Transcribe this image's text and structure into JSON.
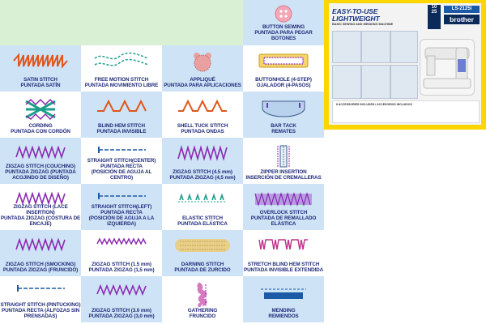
{
  "button_sewing": {
    "en": "BUTTON SEWING",
    "es": "PUNTADA PARA PEGAR BOTONES"
  },
  "stitches": [
    {
      "id": "satin",
      "en": "SATIN STITCH",
      "es": "PUNTADA SATÍN"
    },
    {
      "id": "free-motion",
      "en": "FREE MOTION STITCH",
      "es": "PUNTADA MOVIMIENTO LIBRE"
    },
    {
      "id": "applique",
      "en": "APPLIQUÉ",
      "es": "PUNTADA PARA APLICACIONES"
    },
    {
      "id": "buttonhole",
      "en": "BUTTONHOLE (4-STEP)",
      "es": "OJALADOR (4-PASOS)"
    },
    {
      "id": "cording",
      "en": "CORDING",
      "es": "PUNTADA CON CORDÓN"
    },
    {
      "id": "blind-hem",
      "en": "BLIND HEM STITCH",
      "es": "PUNTADA INVISIBLE"
    },
    {
      "id": "shell-tuck",
      "en": "SHELL TUCK STITCH",
      "es": "PUNTADA ONDAS"
    },
    {
      "id": "bar-tack",
      "en": "BAR TACK",
      "es": "REMATES"
    },
    {
      "id": "zigzag-couching",
      "en": "ZIGZAG STITCH (COUCHING)",
      "es": "PUNTADA ZIGZAG (PUNTADA ACOJINDO DE DISEÑO)"
    },
    {
      "id": "straight-center",
      "en": "STRAIGHT STITCH(CENTER)",
      "es": "PUNTADA RECTA",
      "es2": "(POSICIÓN DE AGUJA AL CENTRO)"
    },
    {
      "id": "zigzag-45",
      "en": "ZIGZAG STITCH (4.5 mm)",
      "es": "PUNTADA ZIGZAG (4,5 mm)"
    },
    {
      "id": "zipper",
      "en": "ZIPPER INSERTION",
      "es": "INSERCIÓN DE CREMALLERAS"
    },
    {
      "id": "zigzag-lace",
      "en": "ZIGZAG STITCH (LACE INSERTION)",
      "es": "PUNTADA ZIGZAG (COSTURA DE ENCAJE)"
    },
    {
      "id": "straight-left",
      "en": "STRAIGHT STITCH(LEFT)",
      "es": "PUNTADA RECTA",
      "es2": "(POSICIÓN DE AGUJA A LA IZQUIERDA)"
    },
    {
      "id": "elastic",
      "en": "ELASTIC STITCH",
      "es": "PUNTADA ELÁSTICA"
    },
    {
      "id": "overlock",
      "en": "OVERLOCK STITCH",
      "es": "PUNTADA DE REMALLADO ELÁSTICA"
    },
    {
      "id": "zigzag-smocking",
      "en": "ZIGZAG STITCH (SMOCKING)",
      "es": "PUNTADA ZIGZAG (FRUNCIDO)"
    },
    {
      "id": "zigzag-15",
      "en": "ZIGZAG STITCH (1.5 mm)",
      "es": "PUNTADA ZIGZAG (1,5 mm)"
    },
    {
      "id": "darning",
      "en": "DARNING STITCH",
      "es": "PUNTADA DE ZURCIDO"
    },
    {
      "id": "stretch-blind",
      "en": "STRETCH BLIND HEM STITCH",
      "es": "PUNTADA INVISIBLE EXTENDIDA"
    },
    {
      "id": "straight-pintucking",
      "en": "STRAIGHT STITCH (PINTUCKING)",
      "es": "PUNTADA RECTA (ALFOZAS SIN PRENSADAS)"
    },
    {
      "id": "zigzag-30",
      "en": "ZIGZAG STITCH (3.0 mm)",
      "es": "PUNTADA ZIGZAG (3,0 mm)"
    },
    {
      "id": "gathering",
      "en": "GATHERING",
      "es": "FRUNCIDO"
    },
    {
      "id": "mending",
      "en": "MENDING",
      "es": "REMIENDOS"
    }
  ],
  "product": {
    "title_line1": "EASY-TO-USE",
    "title_line2": "LIGHTWEIGHT",
    "subtitle": "BASIC SEWING AND MENDING MACHINE",
    "badge_top": "10",
    "badge_bottom": "25",
    "model": "LS-2125i",
    "brand": "brother",
    "accessories": "6 ACCESSORIES INCLUDED / ACCESORIOS INCLUIDOS"
  },
  "colors": {
    "stitch": "#8a2ab0",
    "caption": "#1f2a78",
    "blue_cell": "#cfe3f7",
    "box_yellow": "#ffd500"
  }
}
